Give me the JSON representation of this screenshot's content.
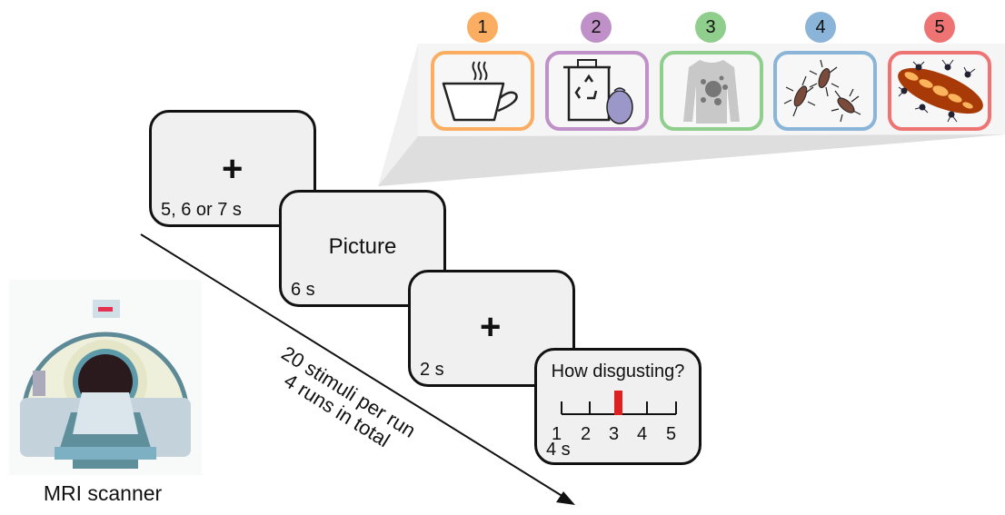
{
  "stimuli": {
    "items": [
      {
        "rank": "1",
        "label": "coffee-cup",
        "color": "#fbae62"
      },
      {
        "rank": "2",
        "label": "trash-bin-with-bag",
        "color": "#c090c8"
      },
      {
        "rank": "3",
        "label": "stained-shirt",
        "color": "#8fce8c"
      },
      {
        "rank": "4",
        "label": "cockroaches",
        "color": "#8ab4d8"
      },
      {
        "rank": "5",
        "label": "bread-with-ants",
        "color": "#ee7474"
      }
    ]
  },
  "trial": {
    "fixation1": {
      "symbol": "+",
      "duration": "5, 6 or 7 s"
    },
    "picture": {
      "label": "Picture",
      "duration": "6 s"
    },
    "fixation2": {
      "symbol": "+",
      "duration": "2 s"
    },
    "rating": {
      "question": "How disgusting?",
      "scale": [
        "1",
        "2",
        "3",
        "4",
        "5"
      ],
      "selected": 3,
      "highlight_color": "#e02020",
      "duration": "4 s"
    }
  },
  "timeline": {
    "line1": "20 stimuli per run",
    "line2": "4 runs in total"
  },
  "scanner": {
    "label": "MRI scanner"
  }
}
